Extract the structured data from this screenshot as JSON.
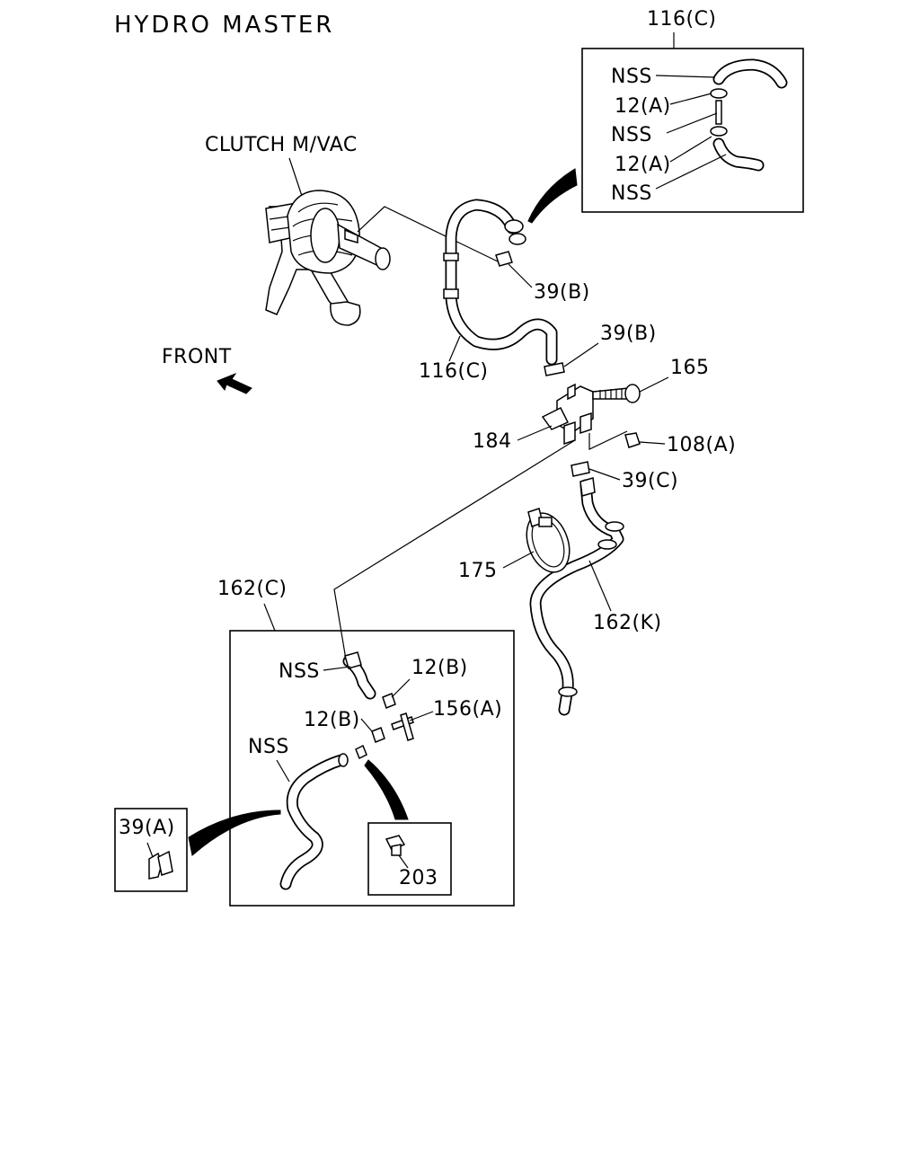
{
  "header": {
    "title": "HYDRO MASTER"
  },
  "labels": {
    "clutch": "CLUTCH M/VAC",
    "front": "FRONT"
  },
  "callouts": {
    "part_116c_top": "116(C)",
    "part_116c_hose": "116(C)",
    "nss_1": "NSS",
    "part_12a_1": "12(A)",
    "nss_2": "NSS",
    "part_12a_2": "12(A)",
    "nss_3": "NSS",
    "part_39b_1": "39(B)",
    "part_39b_2": "39(B)",
    "part_165": "165",
    "part_184": "184",
    "part_108a": "108(A)",
    "part_39c": "39(C)",
    "part_175": "175",
    "part_162k": "162(K)",
    "part_162c": "162(C)",
    "nss_4": "NSS",
    "part_12b_1": "12(B)",
    "part_12b_2": "12(B)",
    "part_156a": "156(A)",
    "nss_5": "NSS",
    "part_39a": "39(A)",
    "part_203": "203"
  }
}
